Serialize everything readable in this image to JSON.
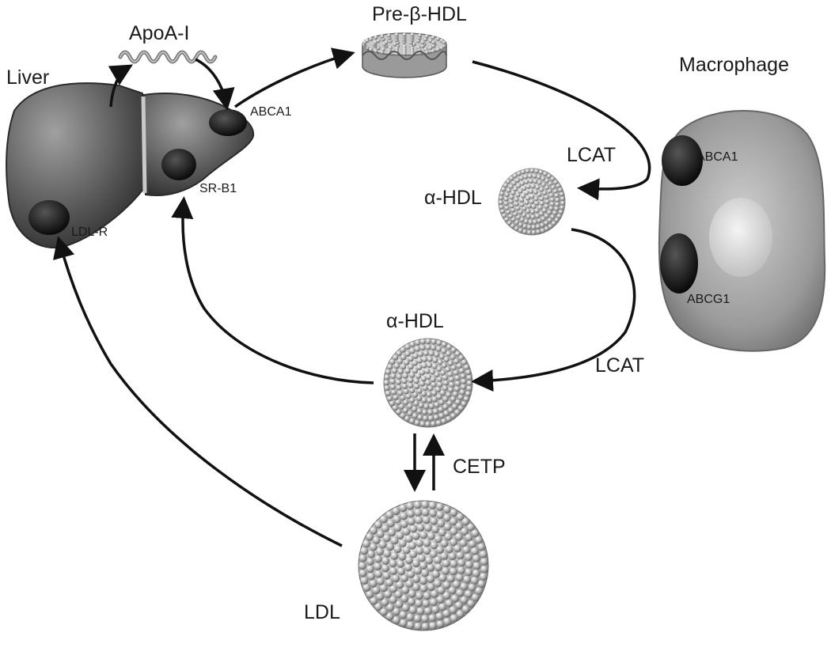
{
  "labels": {
    "apoa1": "ApoA-I",
    "pre_beta_hdl": "Pre-β-HDL",
    "liver": "Liver",
    "macrophage": "Macrophage",
    "lcat_upper": "LCAT",
    "alpha_hdl_small": "α-HDL",
    "alpha_hdl_large": "α-HDL",
    "lcat_lower": "LCAT",
    "cetp": "CETP",
    "ldl": "LDL",
    "liver_abca1": "ABCA1",
    "liver_srb1": "SR-B1",
    "liver_ldlr": "LDL-R",
    "mac_abca1": "ABCA1",
    "mac_abcg1": "ABCG1"
  },
  "colors": {
    "arrow": "#111111",
    "receptor": "#111111",
    "liver": "#5c5c5c",
    "macrophage": "#9a9a9a",
    "particle": "#a8a8a8"
  }
}
